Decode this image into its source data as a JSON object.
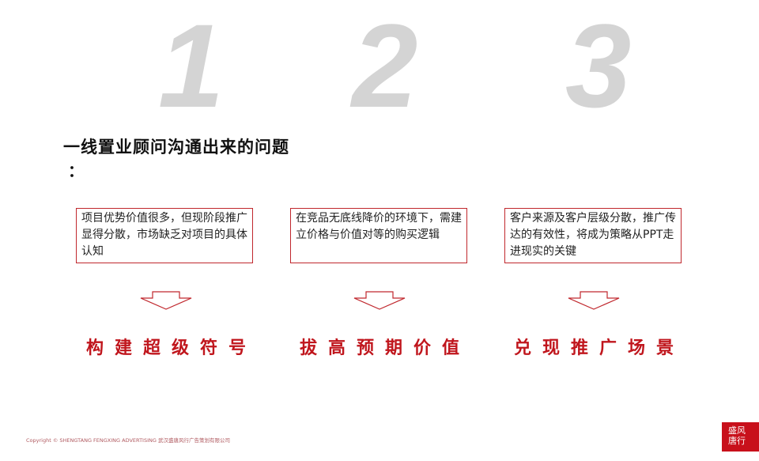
{
  "title": "一线置业顾问沟通出来的问题",
  "colon": "：",
  "items": [
    {
      "number": "1",
      "text": "项目优势价值很多，但现阶段推广显得分散，市场缺乏对项目的具体认知",
      "headline": "构建超级符号"
    },
    {
      "number": "2",
      "text": "在竞品无底线降价的环境下，需建立价格与价值对等的购买逻辑",
      "headline": "拔高预期价值"
    },
    {
      "number": "3",
      "text": "客户来源及客户层级分散，推广传达的有效性，将成为策略从PPT走进现实的关键",
      "headline": "兑现推广场景"
    }
  ],
  "footer": "Copyright © SHENGTANG FENGXING ADVERTISING   武汉盛唐风行广告策划有限公司",
  "logo": "盛唐风行",
  "colors": {
    "accent": "#c0161d",
    "number": "#d4d4d4"
  }
}
